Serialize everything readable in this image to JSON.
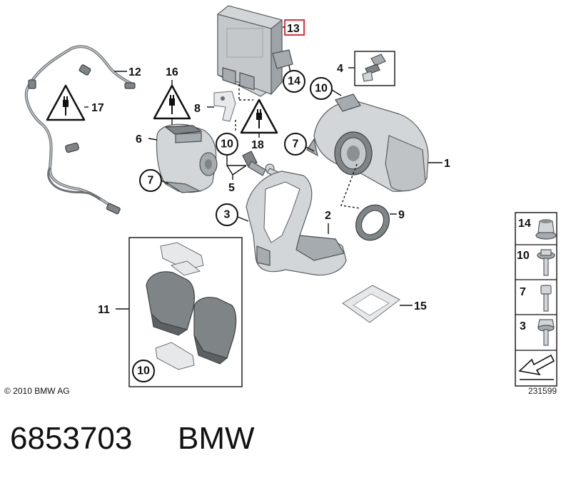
{
  "diagram": {
    "callouts": {
      "c1": "1",
      "c2": "2",
      "c3": "3",
      "c4": "4",
      "c5": "5",
      "c6": "6",
      "c7a": "7",
      "c7b": "7",
      "c8": "8",
      "c9": "9",
      "c10a": "10",
      "c10b": "10",
      "c10c": "10",
      "c11": "11",
      "c12": "12",
      "c13": "13",
      "c14": "14",
      "c15": "15",
      "c16": "16",
      "c17": "17",
      "c18": "18"
    },
    "highlighted_callout": "13",
    "highlight_color": "#e0303a",
    "legend": {
      "items": [
        {
          "label": "14",
          "icon": "flange-nut-icon"
        },
        {
          "label": "10",
          "icon": "flange-bolt-icon"
        },
        {
          "label": "7",
          "icon": "socket-bolt-icon"
        },
        {
          "label": "3",
          "icon": "hex-bolt-icon"
        }
      ],
      "arrow_icon": "direction-arrow-icon"
    },
    "copyright": "© 2010 BMW AG",
    "image_number": "231599"
  },
  "footer": {
    "part_number": "6853703",
    "brand": "BMW"
  }
}
